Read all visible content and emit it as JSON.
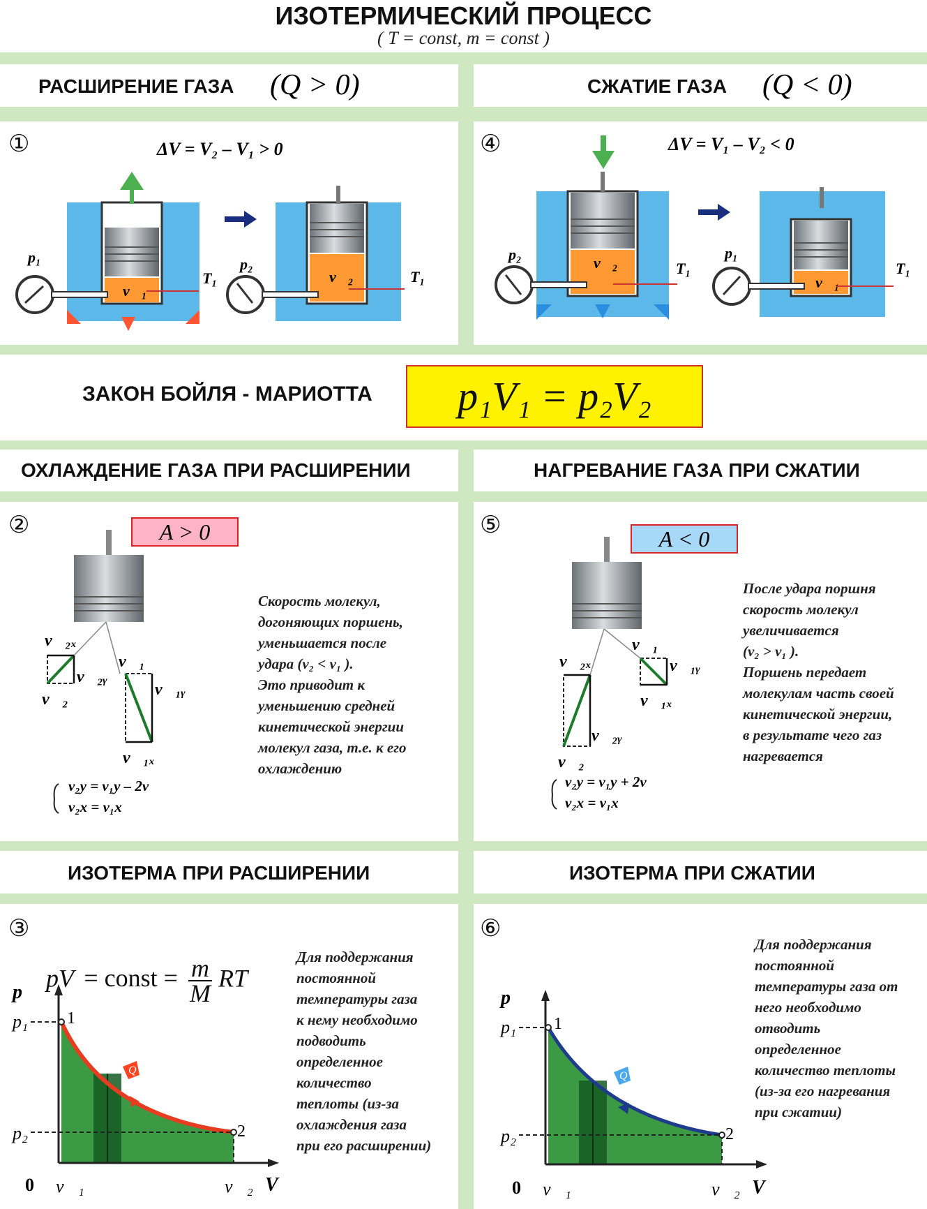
{
  "header": {
    "title": "ИЗОТЕРМИЧЕСКИЙ ПРОЦЕСС",
    "subtitle": "( T = const,  m = const )"
  },
  "left": {
    "section1_title": "РАСШИРЕНИЕ ГАЗА",
    "section1_q": "(Q > 0)",
    "step1_number": "①",
    "step1_formula": "ΔV = V₂ – V₁ > 0",
    "section2_title": "ОХЛАЖДЕНИЕ  ГАЗА ПРИ РАСШИРЕНИИ",
    "step2_number": "②",
    "step2_work": "A > 0",
    "step2_text": "Скорость молекул,\nдогоняющих поршень,\nуменьшается после\nудара (v₂ < v₁ ).\nЭто приводит к\nуменьшению средней\nкинетической энергии\nмолекул газа, т.е. к его\nохлаждению",
    "step2_eq1": "v₂y = v₁y – 2v",
    "step2_eq2": "v₂x = v₁x",
    "section3_title": "ИЗОТЕРМА ПРИ РАСШИРЕНИИ",
    "step3_number": "③",
    "step3_text": "Для поддержания\nпостоянной\nтемпературы газа\nк нему необходимо\nподводить\nопределенное\nколичество\nтеплоты (из-за\nохлаждения газа\nпри его расширении)"
  },
  "right": {
    "section1_title": "СЖАТИЕ ГАЗА",
    "section1_q": "(Q < 0)",
    "step4_number": "④",
    "step4_formula": "ΔV = V₁ – V₂ < 0",
    "section2_title": "НАГРЕВАНИЕ ГАЗА ПРИ СЖАТИИ",
    "step5_number": "⑤",
    "step5_work": "A < 0",
    "step5_text": "После удара поршня\nскорость молекул\nувеличивается\n(v₂ > v₁ ).\nПоршень передает\nмолекулам часть своей\nкинетической энергии,\nв результате чего газ\nнагревается",
    "step5_eq1": "v₂y = v₁y + 2v",
    "step5_eq2": "v₂x = v₁x",
    "section3_title": "ИЗОТЕРМА ПРИ СЖАТИИ",
    "step6_number": "⑥",
    "step6_text": "Для поддержания\nпостоянной\nтемпературы газа от\nнего необходимо\nотводить\nопределенное\nколичество теплоты\n(из-за его нагревания\nпри сжатии)"
  },
  "law": {
    "title": "ЗАКОН БОЙЛЯ - МАРИОТТА",
    "formula": "p₁V₁ = p₂V₂"
  },
  "graph_formula": {
    "lhs": "pV",
    "eq": "= const =",
    "num": "m",
    "den": "M",
    "rt": "RT"
  },
  "labels": {
    "p1": "p₁",
    "p2": "p₂",
    "v1": "v⃗₁",
    "v2": "v⃗₂",
    "t1": "T₁",
    "q": "Q",
    "p_axis": "p",
    "v_axis": "V",
    "zero": "0",
    "pt1": "1",
    "pt2": "2",
    "v2x": "v⃗₂ₓ",
    "v2y": "v⃗₂ᵧ",
    "v1y": "v⃗₁ᵧ",
    "v1x": "v⃗₁ₓ"
  },
  "colors": {
    "band": "#cfe8c1",
    "water": "#5cb8e8",
    "gas": "#ff9933",
    "law_box": "#fff200",
    "work_pos_box": "#ffb3c6",
    "work_neg_box": "#a8d8f8",
    "area": "#3c9a45",
    "curve_expansion": "#e63c20",
    "curve_compression": "#1e3b8c"
  }
}
